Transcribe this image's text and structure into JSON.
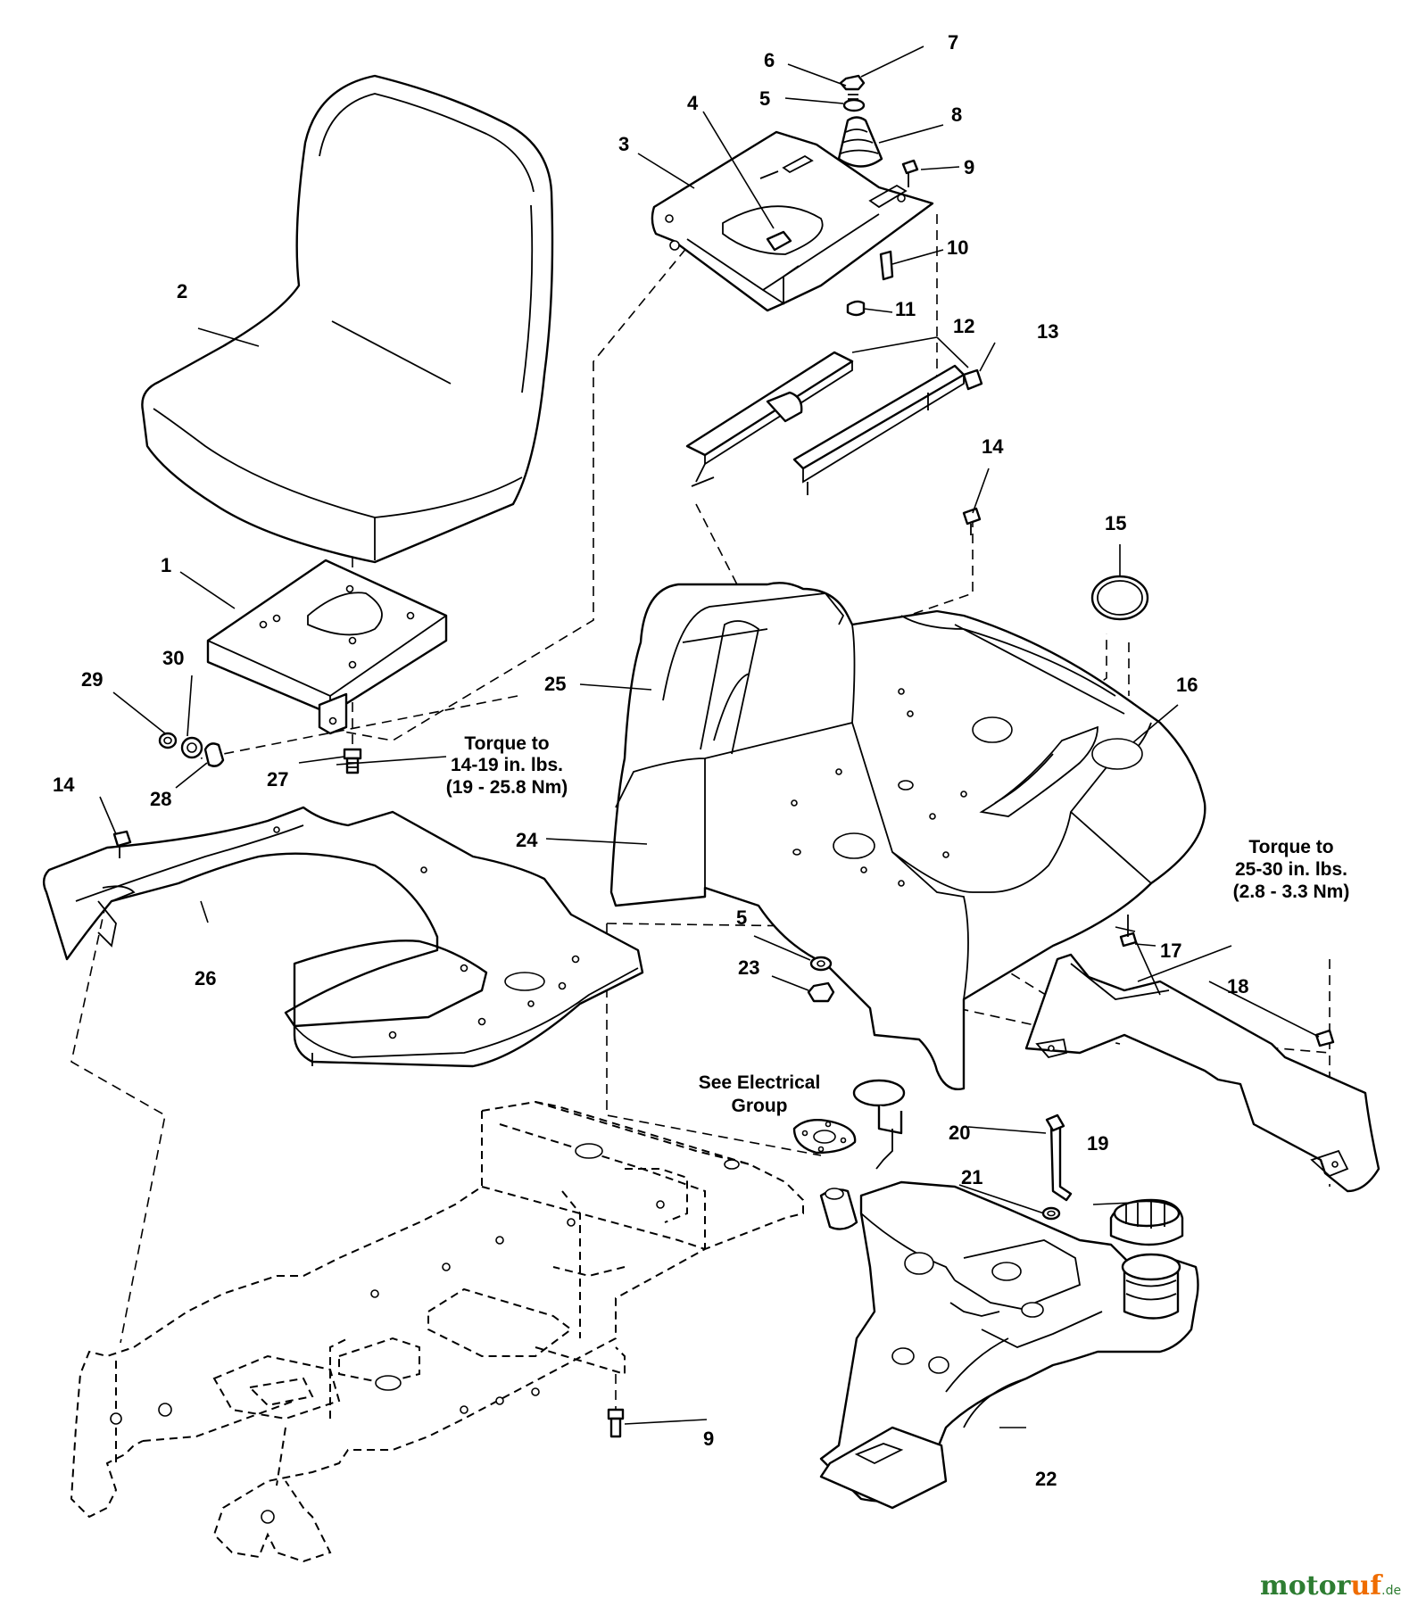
{
  "callouts": [
    "1",
    "2",
    "3",
    "4",
    "5",
    "6",
    "7",
    "8",
    "9",
    "10",
    "11",
    "12",
    "13",
    "14",
    "15",
    "16",
    "17",
    "18",
    "19",
    "20",
    "21",
    "22",
    "23",
    "24",
    "25",
    "26",
    "27",
    "28",
    "29",
    "30"
  ],
  "notes": {
    "torque_seat": [
      "Torque to",
      "14-19 in. lbs.",
      "(19 - 25.8 Nm)"
    ],
    "torque_fender": [
      "Torque to",
      "25-30 in. lbs.",
      "(2.8 - 3.3 Nm)"
    ],
    "electrical": [
      "See Electrical",
      "Group"
    ]
  },
  "watermark": {
    "brand_green": "motor",
    "brand_orange": "uf",
    "suffix": ".de"
  },
  "colors": {
    "line": "#000000",
    "background": "#ffffff",
    "brand_green": "#2e7d32",
    "brand_orange": "#ef6c00"
  }
}
